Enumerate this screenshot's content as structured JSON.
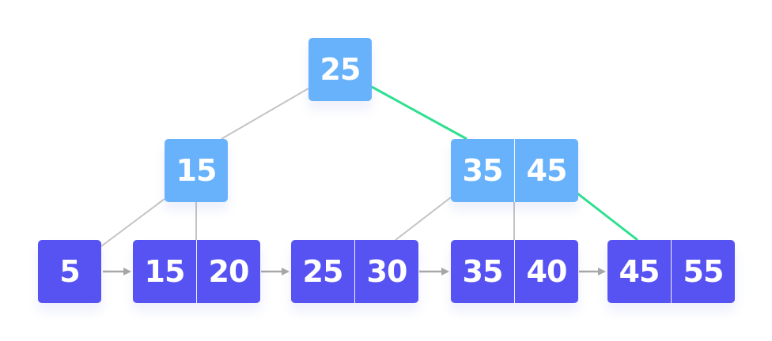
{
  "colors": {
    "internal_node": "#67b2fb",
    "leaf_node": "#5753f3",
    "edge": "#c4c4c4",
    "highlight_path": "#2ee08f",
    "leaf_arrow": "#a8a8a8"
  },
  "tree": {
    "root": {
      "keys": [
        "25"
      ]
    },
    "internal": [
      {
        "keys": [
          "15"
        ]
      },
      {
        "keys": [
          "35",
          "45"
        ]
      }
    ],
    "leaves": [
      {
        "keys": [
          "5"
        ]
      },
      {
        "keys": [
          "15",
          "20"
        ]
      },
      {
        "keys": [
          "25",
          "30"
        ]
      },
      {
        "keys": [
          "35",
          "40"
        ]
      },
      {
        "keys": [
          "45",
          "55"
        ]
      }
    ]
  }
}
